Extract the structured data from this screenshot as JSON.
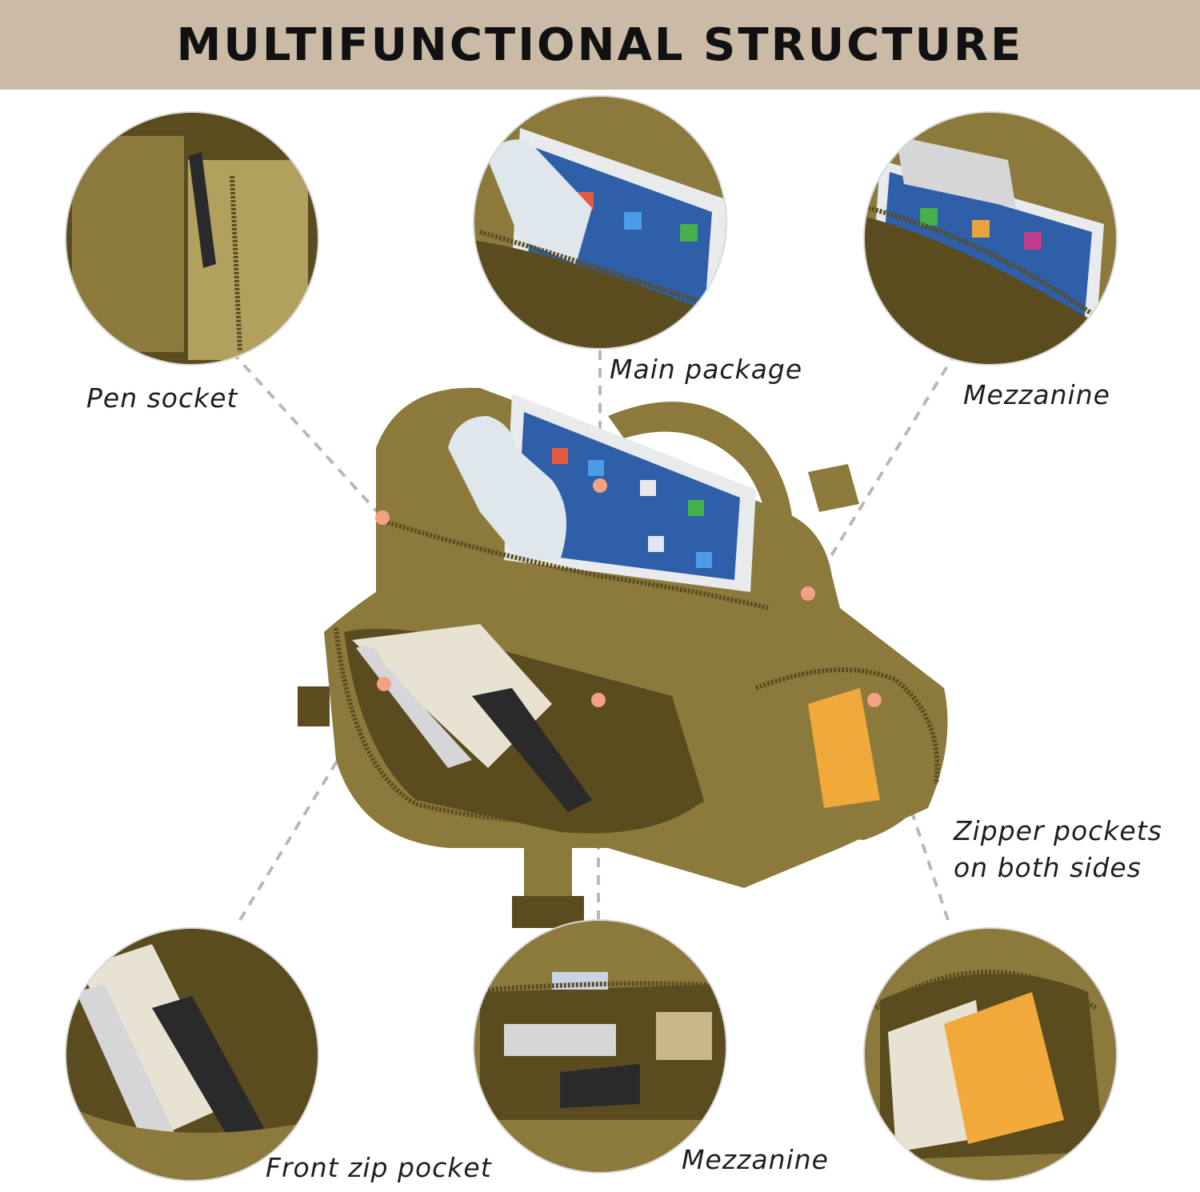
{
  "header": {
    "title": "MULTIFUNCTIONAL STRUCTURE",
    "band_color": "#cbbba6"
  },
  "colors": {
    "fabric": "#8c7a3c",
    "fabric_dark": "#5a4c1f",
    "fabric_light": "#b2a15e",
    "marker": "#f2a183",
    "leader_line": "#b8b8b8",
    "screen": "#2f5fa8"
  },
  "callouts": [
    {
      "id": "pen-socket",
      "label": "Pen socket"
    },
    {
      "id": "main-package",
      "label": "Main package"
    },
    {
      "id": "mezzanine-top",
      "label": "Mezzanine"
    },
    {
      "id": "zipper-pockets",
      "label_line1": "Zipper pockets",
      "label_line2": "on both sides"
    },
    {
      "id": "front-zip-pocket",
      "label": "Front zip pocket"
    },
    {
      "id": "mezzanine-bottom",
      "label": "Mezzanine"
    }
  ]
}
